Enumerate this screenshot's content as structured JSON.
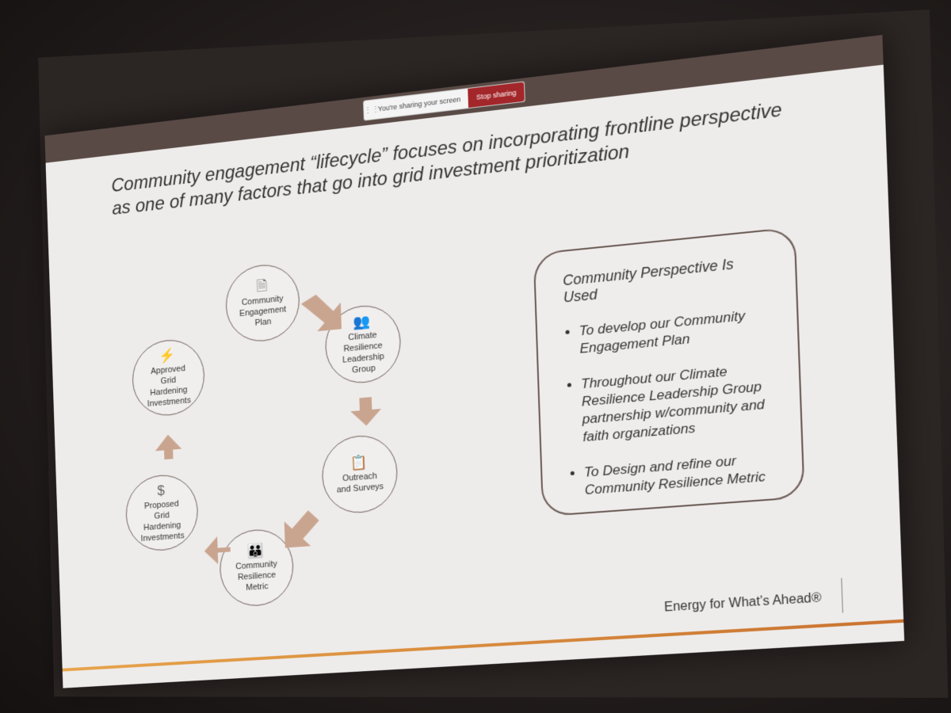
{
  "share_bar": {
    "grip": "⋮⋮",
    "message": "You're sharing your screen",
    "stop_label": "Stop sharing"
  },
  "slide": {
    "title": "Community engagement “lifecycle” focuses on incorporating frontline perspective as one of many factors that go into grid investment prioritization",
    "cycle_nodes": [
      {
        "id": "plan",
        "icon": "document-icon",
        "glyph": "🗎",
        "label": "Community\nEngagement\nPlan"
      },
      {
        "id": "leadership",
        "icon": "people-group-icon",
        "glyph": "👥",
        "label": "Climate\nResilience\nLeadership\nGroup"
      },
      {
        "id": "outreach",
        "icon": "clipboard-icon",
        "glyph": "📋",
        "label": "Outreach\nand Surveys"
      },
      {
        "id": "metric",
        "icon": "people-trend-icon",
        "glyph": "👪",
        "label": "Community\nResilience\nMetric"
      },
      {
        "id": "proposed",
        "icon": "dollar-icon",
        "glyph": "$",
        "label": "Proposed\nGrid\nHardening\nInvestments"
      },
      {
        "id": "approved",
        "icon": "transmission-tower-icon",
        "glyph": "⚡",
        "label": "Approved\nGrid\nHardening\nInvestments"
      }
    ],
    "callout": {
      "title": "Community Perspective Is Used",
      "bullets": [
        "To develop our Community Engagement Plan",
        "Throughout our Climate Resilience Leadership Group partnership w/community and faith organizations",
        "To Design and refine our Community Resilience Metric"
      ]
    },
    "tagline": "Energy for What’s Ahead®",
    "colors": {
      "arrow": "#c9a590",
      "accent_rule": "#e7a44a",
      "stop_button": "#a3262a"
    }
  }
}
